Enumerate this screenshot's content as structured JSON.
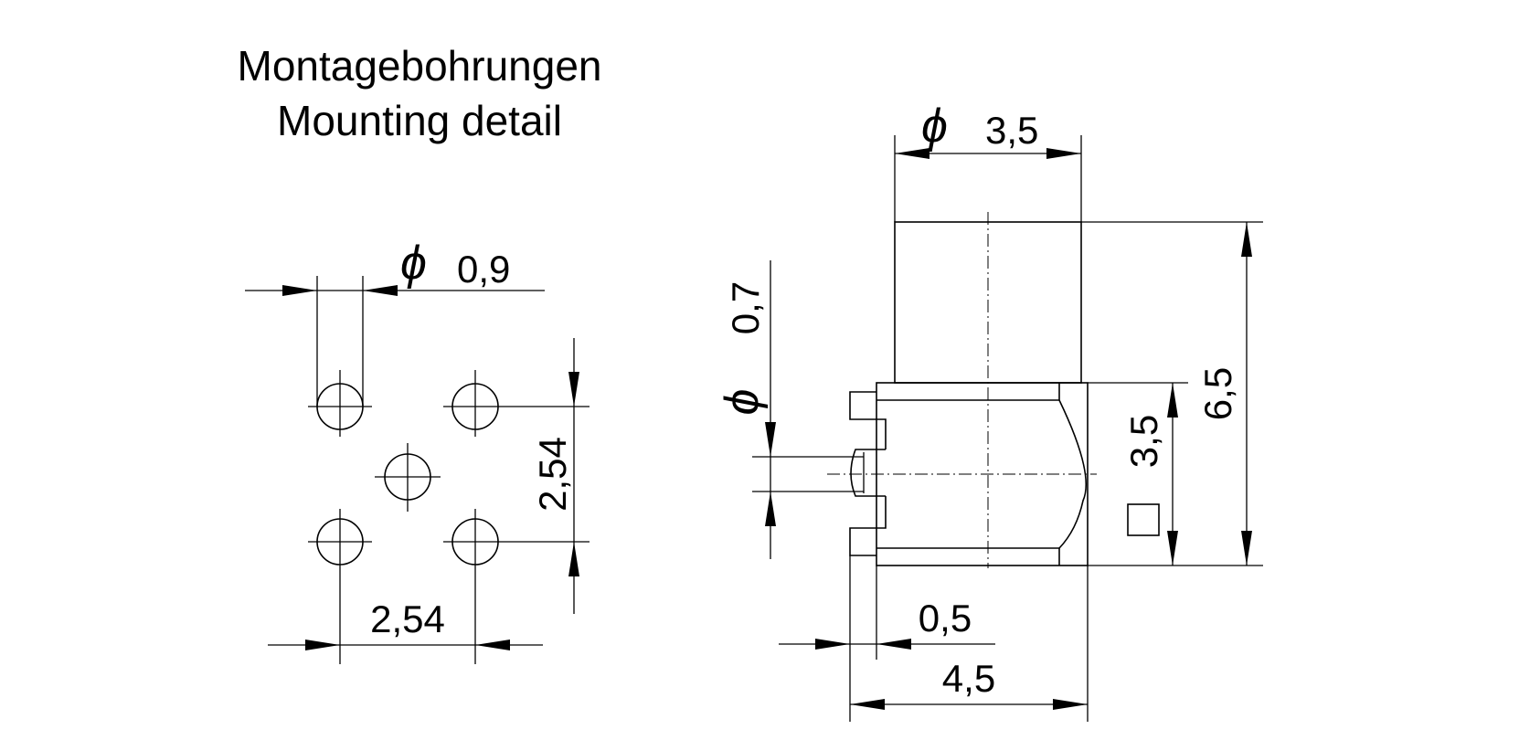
{
  "title": {
    "line1": "Montagebohrungen",
    "line2": "Mounting detail"
  },
  "symbols": {
    "diameter": "ϕ",
    "square": "□"
  },
  "mounting": {
    "hole_diameter": "0,9",
    "pitch_vertical": "2,54",
    "pitch_horizontal": "2,54"
  },
  "side_view": {
    "body_diameter": "3,5",
    "pin_diameter": "0,7",
    "square_size": "3,5",
    "total_height": "6,5",
    "offset": "0,5",
    "total_width": "4,5"
  }
}
